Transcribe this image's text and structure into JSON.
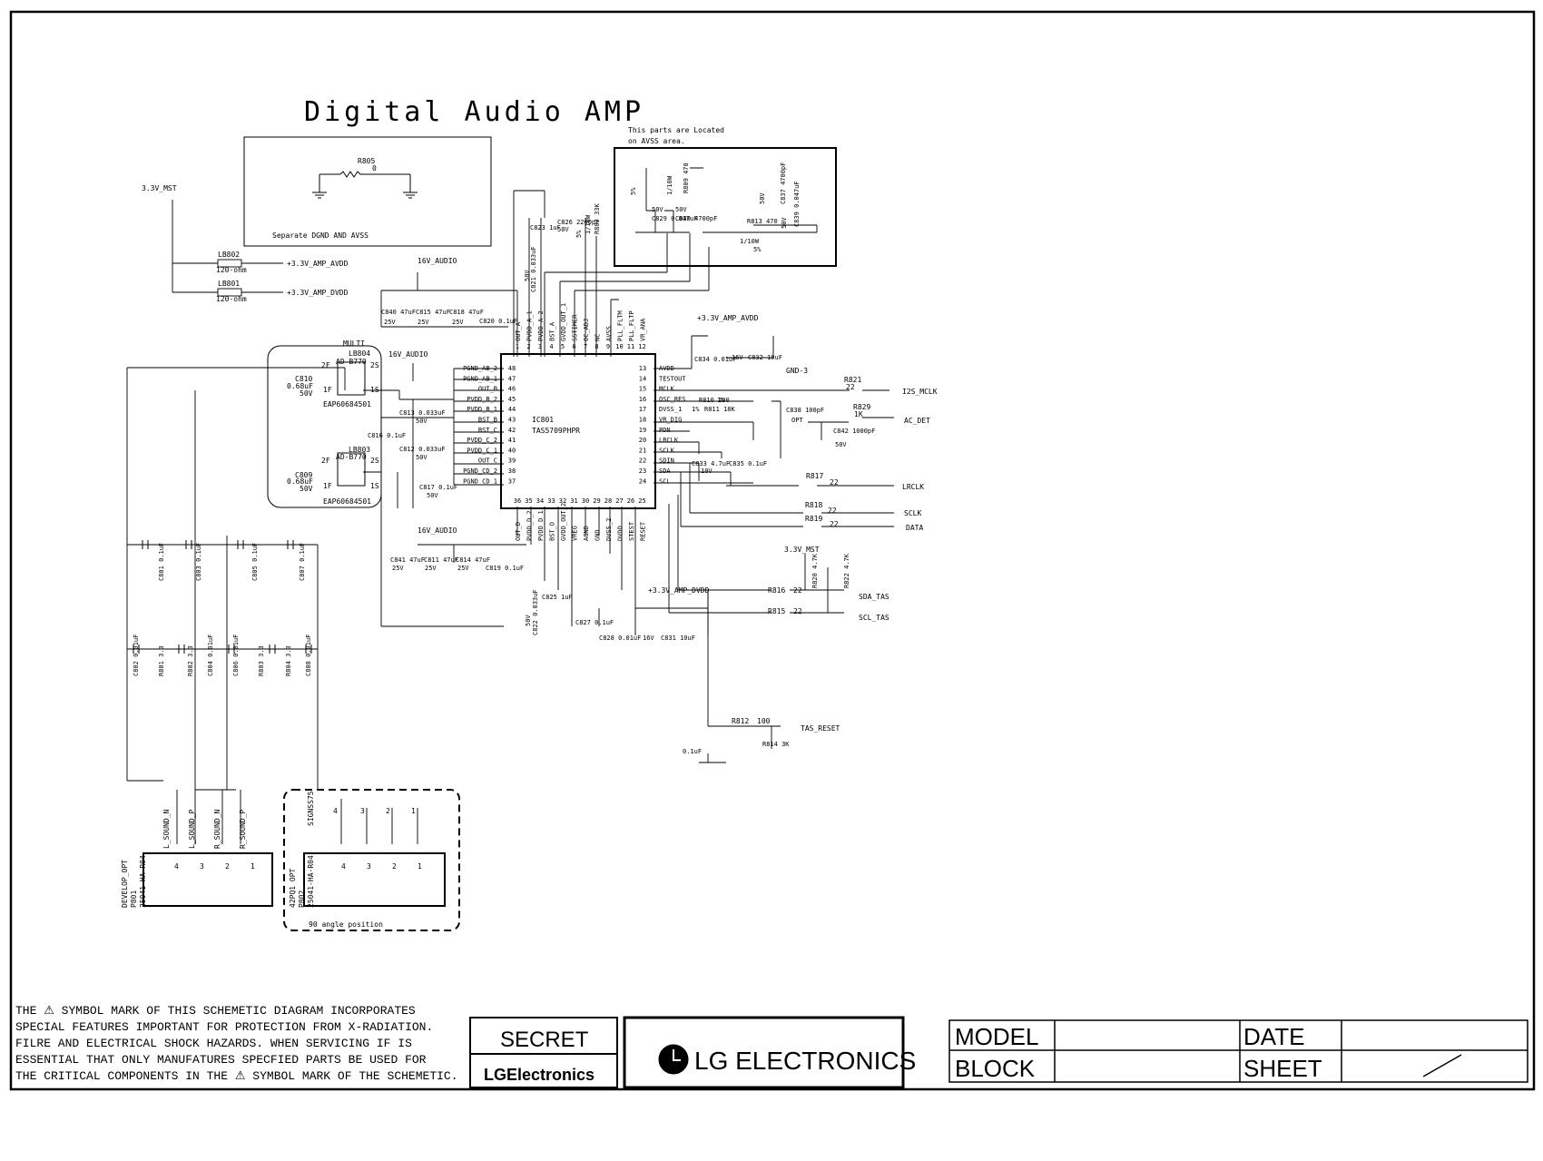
{
  "title": "Digital Audio AMP",
  "avss_note": [
    "This parts are Located",
    "on AVSS area."
  ],
  "separate_box": {
    "label": "Separate DGND AND AVSS",
    "resistor": "R805",
    "value": "0"
  },
  "ic": {
    "ref": "IC801",
    "part": "TAS5709PHPR",
    "top_pins": [
      {
        "n": "1",
        "name": "OUT_A"
      },
      {
        "n": "2",
        "name": "PVDD_A_1"
      },
      {
        "n": "3",
        "name": "PVDD_A_2"
      },
      {
        "n": "4",
        "name": "BST_A"
      },
      {
        "n": "5",
        "name": "GVDD_OUT_1"
      },
      {
        "n": "6",
        "name": "SSTIMER"
      },
      {
        "n": "7",
        "name": "OC_ADJ"
      },
      {
        "n": "8",
        "name": "NC"
      },
      {
        "n": "9",
        "name": "AVSS"
      },
      {
        "n": "10",
        "name": "PLL_FLTM"
      },
      {
        "n": "11",
        "name": "PLL_FLTP"
      },
      {
        "n": "12",
        "name": "VR_ANA"
      }
    ],
    "right_pins": [
      {
        "n": "13",
        "name": "AVDD"
      },
      {
        "n": "14",
        "name": "TESTOUT"
      },
      {
        "n": "15",
        "name": "MCLK"
      },
      {
        "n": "16",
        "name": "OSC_RES"
      },
      {
        "n": "17",
        "name": "DVSS_1"
      },
      {
        "n": "18",
        "name": "VR_DIG"
      },
      {
        "n": "19",
        "name": "PDN"
      },
      {
        "n": "20",
        "name": "LRCLK"
      },
      {
        "n": "21",
        "name": "SCLK"
      },
      {
        "n": "22",
        "name": "SDIN"
      },
      {
        "n": "23",
        "name": "SDA"
      },
      {
        "n": "24",
        "name": "SCL"
      }
    ],
    "left_pins": [
      {
        "n": "48",
        "name": "PGND_AB_2"
      },
      {
        "n": "47",
        "name": "PGND_AB_1"
      },
      {
        "n": "46",
        "name": "OUT_B"
      },
      {
        "n": "45",
        "name": "PVDD_B_2"
      },
      {
        "n": "44",
        "name": "PVDD_B_1"
      },
      {
        "n": "43",
        "name": "BST_B"
      },
      {
        "n": "42",
        "name": "BST_C"
      },
      {
        "n": "41",
        "name": "PVDD_C_2"
      },
      {
        "n": "40",
        "name": "PVDD_C_1"
      },
      {
        "n": "39",
        "name": "OUT_C"
      },
      {
        "n": "38",
        "name": "PGND_CD_2"
      },
      {
        "n": "37",
        "name": "PGND_CD_1"
      }
    ],
    "bottom_pins": [
      {
        "n": "36",
        "name": "OUT_D"
      },
      {
        "n": "35",
        "name": "PVDD_D_2"
      },
      {
        "n": "34",
        "name": "PVDD_D_1"
      },
      {
        "n": "33",
        "name": "BST_D"
      },
      {
        "n": "32",
        "name": "GVDD_OUT_2"
      },
      {
        "n": "31",
        "name": "VREG"
      },
      {
        "n": "30",
        "name": "AGND"
      },
      {
        "n": "29",
        "name": "GND"
      },
      {
        "n": "28",
        "name": "DVSS_2"
      },
      {
        "n": "27",
        "name": "DVDD"
      },
      {
        "n": "26",
        "name": "STEST"
      },
      {
        "n": "25",
        "name": "RESET"
      }
    ]
  },
  "nets": {
    "mst": "3.3V_MST",
    "mst2": "3.3V_MST",
    "avdd": "+3.3V_AMP_AVDD",
    "avdd2": "+3.3V_AMP_AVDD",
    "dvdd": "+3.3V_AMP_DVDD",
    "dvdd2": "+3.3V_AMP_DVDD",
    "audio1": "16V_AUDIO",
    "audio2": "16V_AUDIO",
    "audio3": "16V_AUDIO",
    "gnd3": "GND-3"
  },
  "ferrites": [
    {
      "ref": "LB802",
      "value": "120-ohm"
    },
    {
      "ref": "LB801",
      "value": "120-ohm"
    }
  ],
  "filters": [
    {
      "multi": "MULTI",
      "ref": "LB804",
      "part": "AD-B770",
      "pn": "EAP60684501",
      "cap": "C810",
      "cap_val": "0.68uF",
      "cap_v": "50V",
      "p1": "2F",
      "p2": "1F",
      "p3": "2S",
      "p4": "1S"
    },
    {
      "multi": "",
      "ref": "LB803",
      "part": "AD-B770",
      "pn": "EAP60684501",
      "cap": "C809",
      "cap_val": "0.68uF",
      "cap_v": "50V",
      "p1": "2F",
      "p2": "1F",
      "p3": "2S",
      "p4": "1S"
    }
  ],
  "ports": [
    {
      "id": "i2s_mclk",
      "label": "I2S_MCLK",
      "res": "R821",
      "val": "22"
    },
    {
      "id": "ac_det",
      "label": "AC_DET",
      "res": "R829",
      "val": "1K"
    },
    {
      "id": "lrclk",
      "label": "LRCLK",
      "res": "R817",
      "val": "22"
    },
    {
      "id": "sclk",
      "label": "SCLK",
      "res": "R818",
      "val": "22"
    },
    {
      "id": "data",
      "label": "DATA",
      "res": "R819",
      "val": "22"
    },
    {
      "id": "sda_tas",
      "label": "SDA_TAS",
      "res": "R816",
      "val": "22"
    },
    {
      "id": "scl_tas",
      "label": "SCL_TAS",
      "res": "R815",
      "val": "22"
    },
    {
      "id": "tas_reset",
      "label": "TAS_RESET",
      "res": "R812",
      "val": "100"
    }
  ],
  "components": [
    {
      "ref": "C823",
      "val": "1uF"
    },
    {
      "ref": "C826",
      "val": "2200pF"
    },
    {
      "ref": "C826v",
      "val": "50V"
    },
    {
      "ref": "R807",
      "val": "33K"
    },
    {
      "ref": "R807t",
      "val": "1/10W"
    },
    {
      "ref": "R807p",
      "val": "5%"
    },
    {
      "ref": "C821",
      "val": "0.033uF"
    },
    {
      "ref": "C821v",
      "val": "50V"
    },
    {
      "ref": "C840",
      "val": "47uF"
    },
    {
      "ref": "C840v",
      "val": "25V"
    },
    {
      "ref": "C815",
      "val": "47uF"
    },
    {
      "ref": "C815v",
      "val": "25V"
    },
    {
      "ref": "C818",
      "val": "47uF"
    },
    {
      "ref": "C818v",
      "val": "25V"
    },
    {
      "ref": "C820",
      "val": "0.1uF"
    },
    {
      "ref": "C813",
      "val": "0.033uF"
    },
    {
      "ref": "C813v",
      "val": "50V"
    },
    {
      "ref": "C816",
      "val": "0.1uF"
    },
    {
      "ref": "C812",
      "val": "0.033uF"
    },
    {
      "ref": "C812v",
      "val": "50V"
    },
    {
      "ref": "C817",
      "val": "0.1uF"
    },
    {
      "ref": "C817v",
      "val": "50V"
    },
    {
      "ref": "C841",
      "val": "47uF"
    },
    {
      "ref": "C841v",
      "val": "25V"
    },
    {
      "ref": "C811",
      "val": "47uF"
    },
    {
      "ref": "C811v",
      "val": "25V"
    },
    {
      "ref": "C814",
      "val": "47uF"
    },
    {
      "ref": "C814v",
      "val": "25V"
    },
    {
      "ref": "C819",
      "val": "0.1uF"
    },
    {
      "ref": "C825",
      "val": "1uF"
    },
    {
      "ref": "C822",
      "val": "0.033uF"
    },
    {
      "ref": "C822v",
      "val": "50V"
    },
    {
      "ref": "C827",
      "val": "0.1uF"
    },
    {
      "ref": "C828",
      "val": "0.01uF"
    },
    {
      "ref": "C831",
      "val": "10uF"
    },
    {
      "ref": "C831v",
      "val": "16V"
    },
    {
      "ref": "C834",
      "val": "0.01uF"
    },
    {
      "ref": "C832",
      "val": "10uF"
    },
    {
      "ref": "C832v",
      "val": "16V"
    },
    {
      "ref": "R810",
      "val": "200"
    },
    {
      "ref": "R810p",
      "val": "1%"
    },
    {
      "ref": "R811",
      "val": "18K"
    },
    {
      "ref": "R811p",
      "val": "1%"
    },
    {
      "ref": "C838",
      "val": "100pF"
    },
    {
      "ref": "C838o",
      "val": "OPT"
    },
    {
      "ref": "C842",
      "val": "1000pF"
    },
    {
      "ref": "C842v",
      "val": "50V"
    },
    {
      "ref": "C833",
      "val": "4.7uF"
    },
    {
      "ref": "C833v",
      "val": "10V"
    },
    {
      "ref": "C835",
      "val": "0.1uF"
    },
    {
      "ref": "R820",
      "val": "4.7K"
    },
    {
      "ref": "R822",
      "val": "4.7K"
    },
    {
      "ref": "C832b",
      "val": "0.1uF"
    },
    {
      "ref": "R814",
      "val": "3K"
    },
    {
      "ref": "C829",
      "val": "0.047uF"
    },
    {
      "ref": "C829v",
      "val": "50V"
    },
    {
      "ref": "C830",
      "val": "4700pF"
    },
    {
      "ref": "C830v",
      "val": "50V"
    },
    {
      "ref": "R809",
      "val": "470"
    },
    {
      "ref": "R809t",
      "val": "1/10W"
    },
    {
      "ref": "R809p",
      "val": "5%"
    },
    {
      "ref": "R813",
      "val": "470"
    },
    {
      "ref": "R813t",
      "val": "1/10W"
    },
    {
      "ref": "R813p",
      "val": "5%"
    },
    {
      "ref": "C837",
      "val": "4700pF"
    },
    {
      "ref": "C837v",
      "val": "50V"
    },
    {
      "ref": "C839",
      "val": "0.047uF"
    },
    {
      "ref": "C839v",
      "val": "50V"
    },
    {
      "ref": "C801",
      "val": "0.1uF"
    },
    {
      "ref": "C803",
      "val": "0.1uF"
    },
    {
      "ref": "C805",
      "val": "0.1uF"
    },
    {
      "ref": "C807",
      "val": "0.1uF"
    },
    {
      "ref": "C802",
      "val": "0.01uF"
    },
    {
      "ref": "R801",
      "val": "3.3"
    },
    {
      "ref": "R802",
      "val": "3.3"
    },
    {
      "ref": "C804",
      "val": "0.01uF"
    },
    {
      "ref": "C806",
      "val": "0.01uF"
    },
    {
      "ref": "R803",
      "val": "3.3"
    },
    {
      "ref": "R804",
      "val": "3.3"
    },
    {
      "ref": "C808",
      "val": "0.01uF"
    }
  ],
  "connectors": [
    {
      "ref": "P801",
      "name": "DEVELOP_OPT",
      "part": "25041-HA-R04",
      "pins": [
        "4",
        "3",
        "2",
        "1"
      ],
      "signals": [
        "L_SOUND_N",
        "L_SOUND_P",
        "R_SOUND_N",
        "R_SOUND_P"
      ]
    },
    {
      "ref": "P802",
      "name": "42PQ1 OPT",
      "part": "25041-HA-R04",
      "pins": [
        "4",
        "3",
        "2",
        "1"
      ],
      "signals": [
        "SIGNSS75",
        "4",
        "3",
        "2",
        "1"
      ]
    }
  ],
  "angle_note": "90 angle position",
  "warning": [
    "THE ⚠ SYMBOL MARK OF THIS SCHEMETIC DIAGRAM INCORPORATES",
    "SPECIAL FEATURES IMPORTANT FOR PROTECTION FROM X-RADIATION.",
    "FILRE AND ELECTRICAL SHOCK HAZARDS. WHEN SERVICING IF IS",
    "ESSENTIAL THAT ONLY MANUFATURES SPECFIED PARTS BE USED FOR",
    "THE CRITICAL COMPONENTS IN THE ⚠ SYMBOL MARK OF THE SCHEMETIC."
  ],
  "secret": {
    "label": "SECRET",
    "brand": "LGElectronics"
  },
  "logo": {
    "text": "LG ELECTRONICS"
  },
  "titleblock": {
    "model": "MODEL",
    "block": "BLOCK",
    "date": "DATE",
    "sheet": "SHEET"
  }
}
